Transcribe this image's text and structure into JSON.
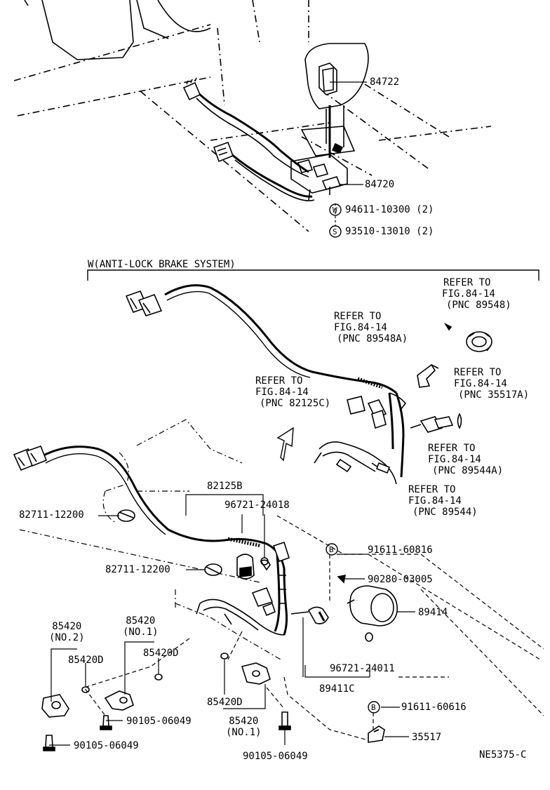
{
  "top": {
    "p84722": "84722",
    "p84720": "84720",
    "bolt_w_symbol": "W",
    "bolt_w_part": "94611-10300 (2)",
    "screw_s_symbol": "S",
    "screw_s_part": "93510-13010 (2)"
  },
  "section_header": "W(ANTI-LOCK BRAKE SYSTEM)",
  "refs": {
    "r89548": [
      "REFER TO",
      "FIG.84-14",
      "(PNC 89548)"
    ],
    "r89548a": [
      "REFER TO",
      "FIG.84-14",
      "(PNC 89548A)"
    ],
    "r35517a": [
      "REFER TO",
      "FIG.84-14",
      "(PNC 35517A)"
    ],
    "r82125c": [
      "REFER TO",
      "FIG.84-14",
      "(PNC 82125C)"
    ],
    "r89544a": [
      "REFER TO",
      "FIG.84-14",
      "(PNC 89544A)"
    ],
    "r89544": [
      "REFER TO",
      "FIG.84-14",
      "(PNC 89544)"
    ]
  },
  "parts": {
    "p82125b": "82125B",
    "p96721_24018": "96721-24018",
    "p82711_a": "82711-12200",
    "p82711_b": "82711-12200",
    "b91611_60816_sym": "B",
    "p91611_60816": "91611-60816",
    "p90280": "90280-03005",
    "p89414": "89414",
    "p96721_24011": "96721-24011",
    "p89411c": "89411C",
    "b91611_60616_sym": "B",
    "p91611_60616": "91611-60616",
    "p35517": "35517",
    "p85420_no2": [
      "85420",
      "(NO.2)"
    ],
    "p85420d_a": "85420D",
    "p85420_no1_a": [
      "85420",
      "(NO.1)"
    ],
    "p85420d_b": "85420D",
    "p85420d_c": "85420D",
    "p85420_no1_b": [
      "85420",
      "(NO.1)"
    ],
    "p90105_a": "90105-06049",
    "p90105_b": "90105-06049",
    "p90105_c": "90105-06049",
    "figure_code": "NE5375-C"
  }
}
